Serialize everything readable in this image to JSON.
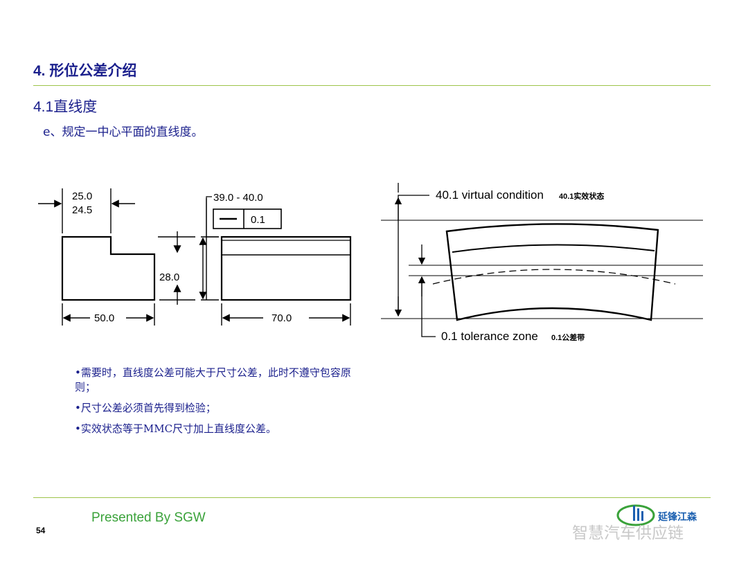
{
  "header": {
    "title": "4. 形位公差介绍"
  },
  "section": {
    "subtitle": "4.1直线度",
    "item": "e、规定一中心平面的直线度。"
  },
  "drawing_left": {
    "width_upper": "25.0",
    "width_lower": "24.5",
    "height": "28.0",
    "base_width": "50.0",
    "size_range": "39.0 - 40.0",
    "fcf_tolerance": "0.1",
    "length": "70.0"
  },
  "drawing_right": {
    "virtual_condition_en": "40.1 virtual condition",
    "virtual_condition_cn": "40.1实效状态",
    "tolerance_zone_en": "0.1 tolerance zone",
    "tolerance_zone_cn": "0.1公差带"
  },
  "bullets": [
    "•需要时，直线度公差可能大于尺寸公差，此时不遵守包容原则；",
    "•尺寸公差必须首先得到检验；",
    "•实效状态等于MMC尺寸加上直线度公差。"
  ],
  "footer": {
    "presenter": "Presented By SGW",
    "page_number": "54",
    "logo_text": "延锋江森",
    "watermark": "智慧汽车供应链"
  },
  "colors": {
    "title": "#1a1f8c",
    "rule": "#9dc44a",
    "footer_text": "#3aa23a",
    "logo": "#1a5fb0"
  }
}
